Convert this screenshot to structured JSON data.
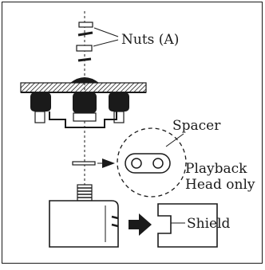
{
  "labels": {
    "nuts": "Nuts (A)",
    "spacer": "Spacer",
    "playback_line1": "Playback",
    "playback_line2": "Head only",
    "shield": "Shield"
  },
  "colors": {
    "ink": "#1a1a1a",
    "paper": "#ffffff"
  }
}
